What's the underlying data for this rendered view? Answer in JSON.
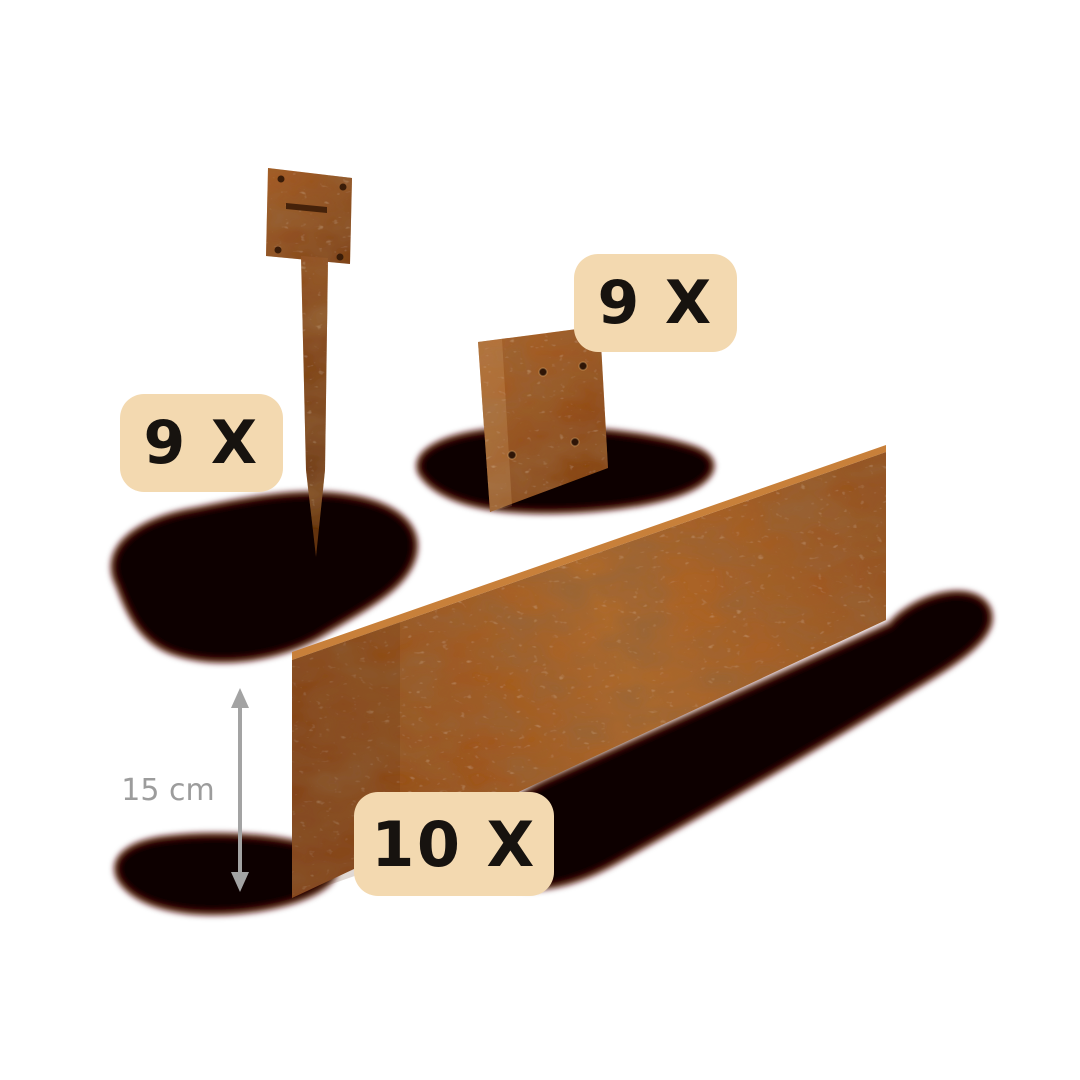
{
  "scene": {
    "background_color": "#ffffff"
  },
  "colors": {
    "rust_base": "#a05a22",
    "rust_dark": "#7a3c12",
    "rust_light": "#c8803a",
    "badge_background": "#f3d9b0",
    "badge_text": "#17130f",
    "shadow_fill": "#0d0401",
    "shadow_rim": "#4e0c00",
    "dimension_gray": "#9c9c9c"
  },
  "pieces": {
    "ground_stake": {
      "count_label": "9 X"
    },
    "connector_plate": {
      "count_label": "9 X"
    },
    "edging_strip": {
      "count_label": "10 X",
      "height_label": "15 cm"
    }
  }
}
